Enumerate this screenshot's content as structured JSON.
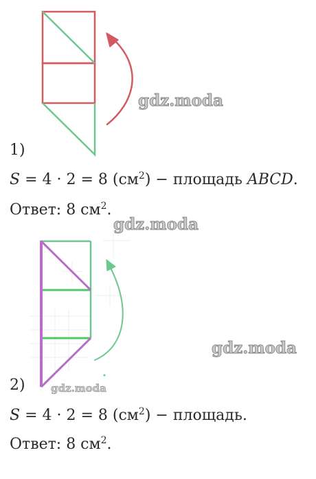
{
  "watermark": "gdz.moda",
  "part1": {
    "label": "1)",
    "eq_s": "S",
    "eq_eq1": "=",
    "eq_expr": "4 · 2 = 8 (см",
    "eq_exp": "2",
    "eq_rest": ") − площадь",
    "eq_name": "ABCD",
    "eq_dot": ".",
    "answer_prefix": "Ответ: 8 см",
    "answer_exp": "2",
    "answer_dot": "."
  },
  "part2": {
    "label": "2)",
    "eq_s": "S",
    "eq_eq1": "=",
    "eq_expr": "4 · 2 = 8 (см",
    "eq_exp": "2",
    "eq_rest": ") − площадь.",
    "answer_prefix": "Ответ: 8 см",
    "answer_exp": "2",
    "answer_dot": "."
  },
  "colors": {
    "red": "#d45a62",
    "green": "#6cc88e",
    "purple": "#b86ec8",
    "green2": "#55c66a"
  }
}
